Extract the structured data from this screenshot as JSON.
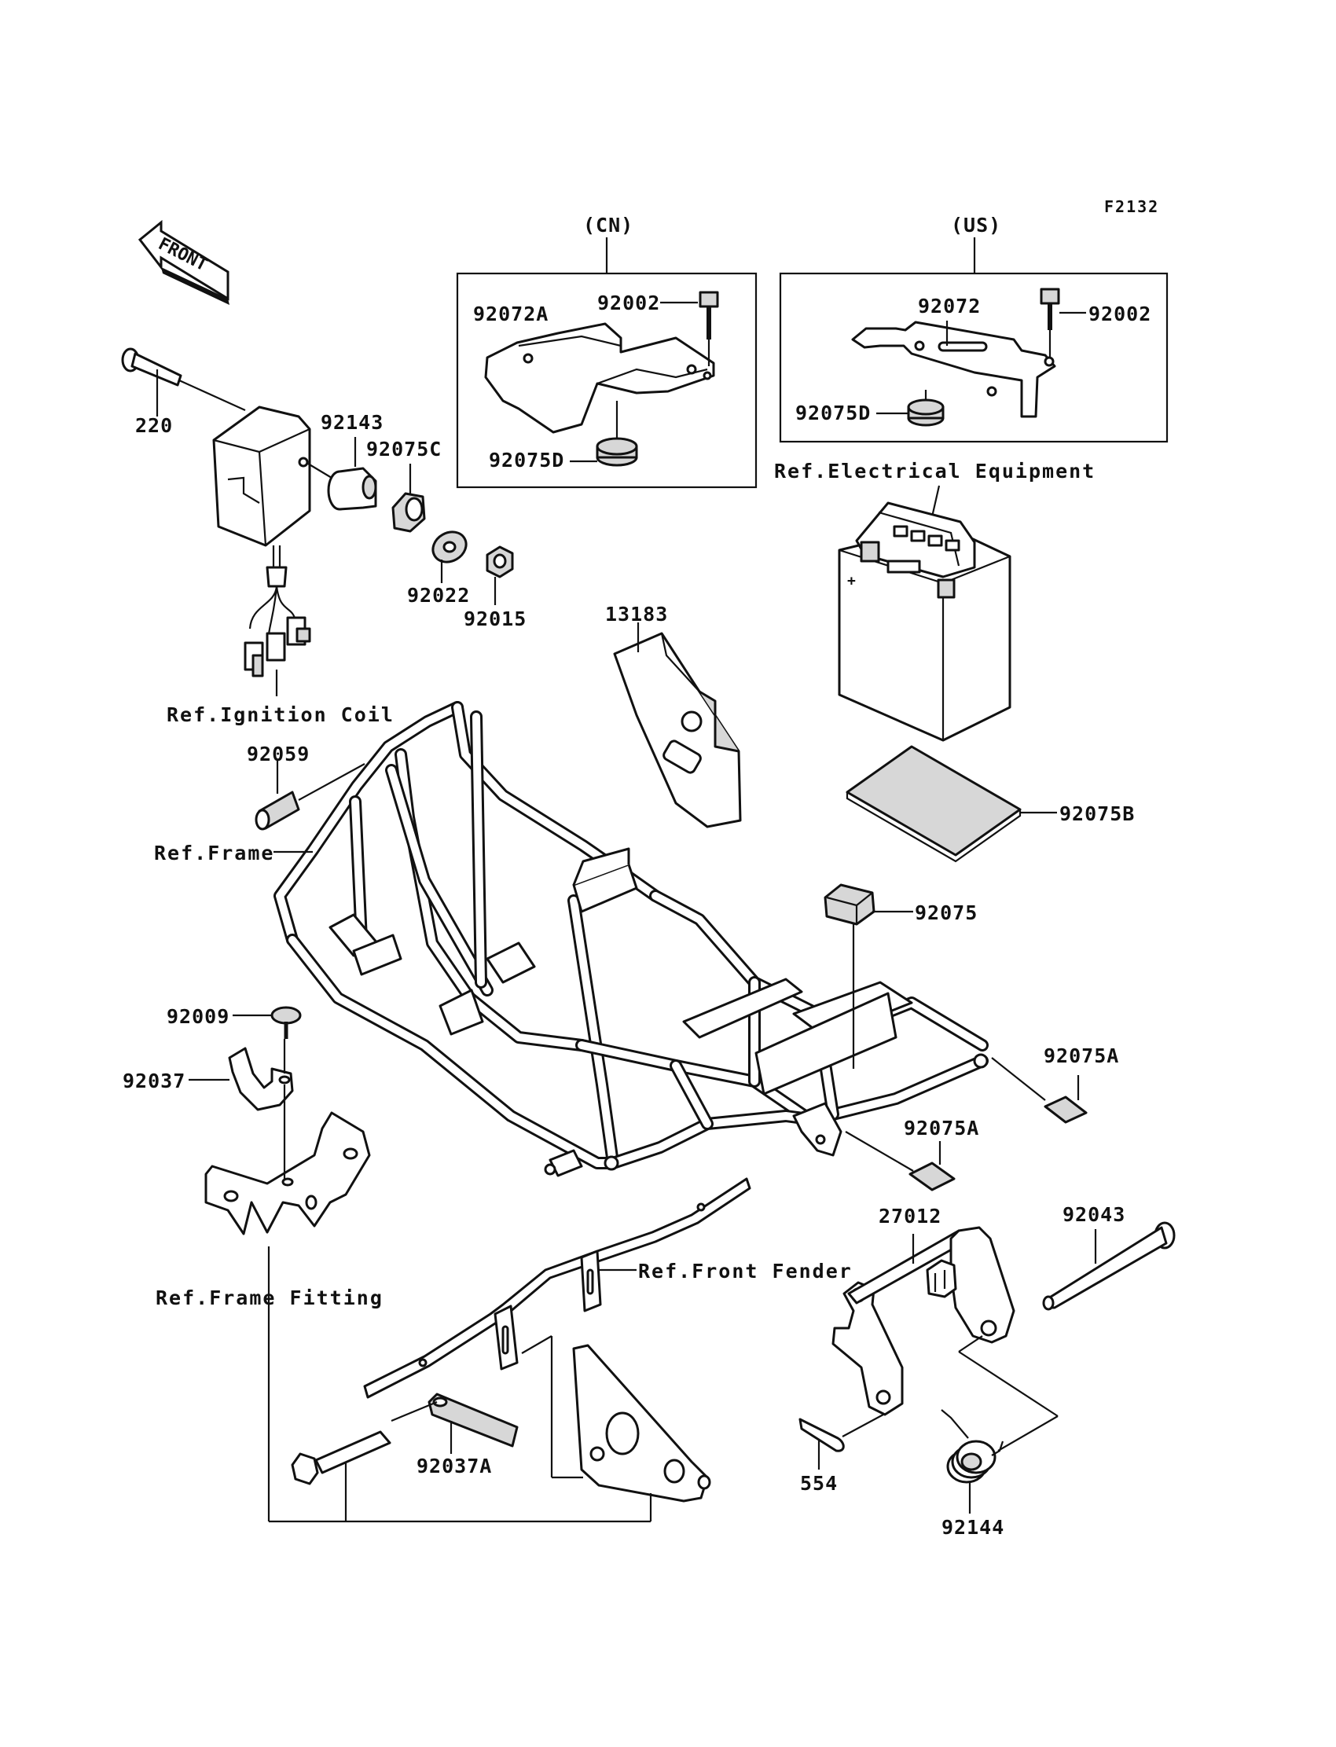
{
  "figure_code": "F2132",
  "front_arrow": {
    "label": "FRONT",
    "icon": "front-arrow-icon"
  },
  "variants": {
    "cn": {
      "label": "(CN)",
      "parts": [
        "92072A",
        "92002",
        "92075D"
      ]
    },
    "us": {
      "label": "(US)",
      "parts": [
        "92072",
        "92002",
        "92075D"
      ]
    }
  },
  "references": {
    "electrical": "Ref.Electrical Equipment",
    "ignition_coil": "Ref.Ignition Coil",
    "frame": "Ref.Frame",
    "frame_fitting": "Ref.Frame Fitting",
    "front_fender": "Ref.Front Fender"
  },
  "labels": {
    "p220": "220",
    "p92143": "92143",
    "p92075C": "92075C",
    "p92022": "92022",
    "p92015": "92015",
    "p92072A": "92072A",
    "p92002_cn": "92002",
    "p92075D_cn": "92075D",
    "p92072": "92072",
    "p92002_us": "92002",
    "p92075D_us": "92075D",
    "p13183": "13183",
    "p92059": "92059",
    "p92075B": "92075B",
    "p92075": "92075",
    "p92009": "92009",
    "p92037": "92037",
    "p92075A_1": "92075A",
    "p92075A_2": "92075A",
    "p27012": "27012",
    "p92043": "92043",
    "p92037A": "92037A",
    "p554": "554",
    "p92144": "92144"
  }
}
